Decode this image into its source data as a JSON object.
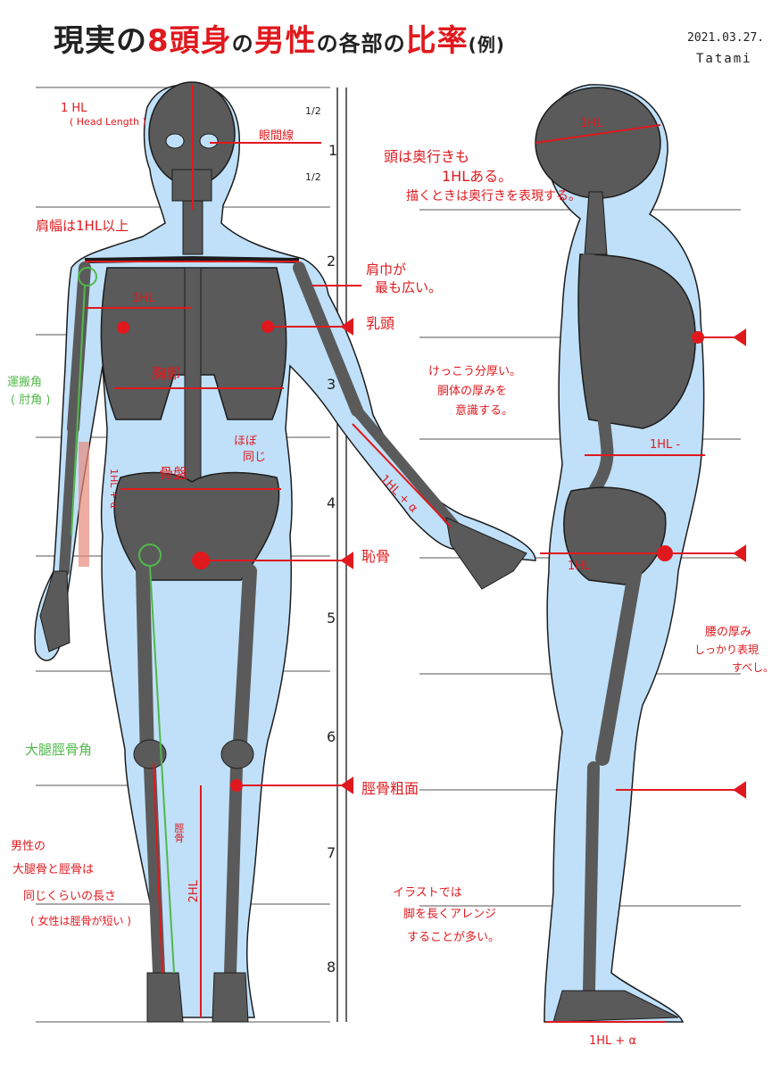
{
  "title": {
    "part1": "現実の",
    "part2": "8頭身",
    "part3": "の",
    "part4": "男性",
    "part5": "の各部の",
    "part6": "比率",
    "part7": "(例)"
  },
  "date": "2021.03.27.",
  "author": "Tatami",
  "head_length": {
    "abbr": "1 HL",
    "full": "( Head Length )"
  },
  "labels": {
    "brow_line": "眼間線",
    "shoulder_width": "肩幅は1HL以上",
    "shoulder_hl": "1HL",
    "widest_shoulder": [
      "肩巾が",
      "最も広い。"
    ],
    "nipple": "乳頭",
    "chest": "胸郭",
    "pelvis": "骨盤",
    "almost_same": [
      "ほぼ",
      "同じ"
    ],
    "carrying_angle": [
      "運搬角",
      "( 肘角 )"
    ],
    "forearm_hl": "1HL + α",
    "forearm_right": "1HL + α",
    "pubis": "恥骨",
    "femur_angle": "大腿脛骨角",
    "tibia_marker": "脛骨粗面",
    "tibia_vertical": "脛骨",
    "two_hl": "2HL",
    "male_note": [
      "男性の",
      "大腿骨と脛骨は",
      "同じくらいの長さ",
      "( 女性は脛骨が短い )"
    ],
    "illustration_note": [
      "イラストでは",
      "脚を長くアレンジ",
      "することが多い。"
    ],
    "head_depth_note": [
      "頭は奥行きも",
      "1HLある。",
      "描くときは奥行きを表現する。"
    ],
    "head_depth_hl": "1HL",
    "torso_note": [
      "けっこう分厚い。",
      "胴体の厚みを",
      "意識する。"
    ],
    "torso_hl": "1HL -",
    "hip_hl": "1HL",
    "hip_note": [
      "腰の厚み",
      "しっかり表現",
      "すべし。"
    ],
    "foot_hl": "1HL + α",
    "half1": "1/2",
    "half2": "1/2"
  },
  "scale_numbers": [
    "1",
    "2",
    "3",
    "4",
    "5",
    "6",
    "7",
    "8"
  ],
  "colors": {
    "red": "#e0191e",
    "green": "#52b84a",
    "skin_blue": "#bfe0f8",
    "bone_gray": "#5a5a5a",
    "outline": "#1c1c1c"
  }
}
